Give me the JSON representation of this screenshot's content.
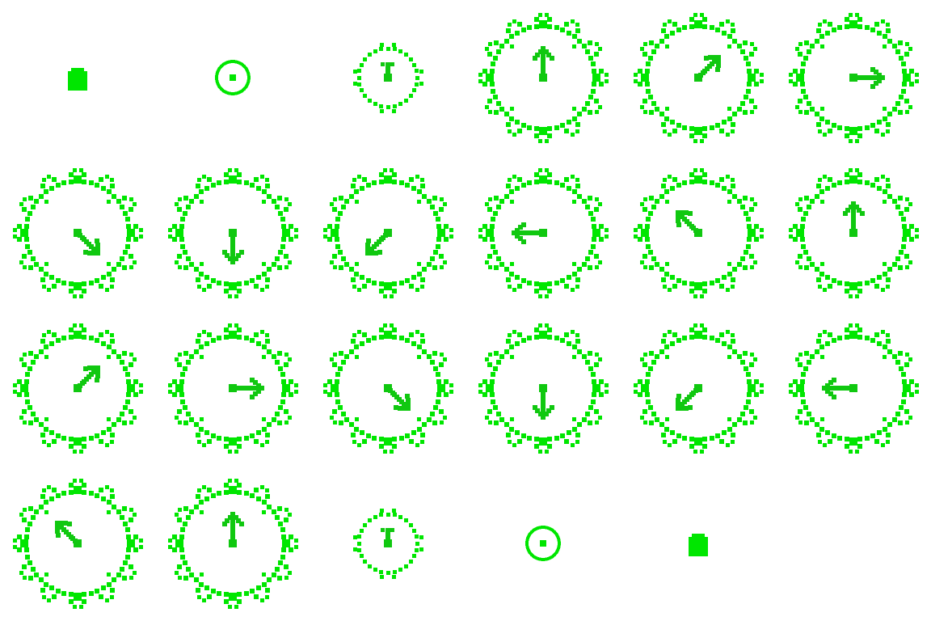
{
  "sprite_sheet": {
    "background": "#ffffff",
    "colors": {
      "outline": "#00e600",
      "accent": "#10c810"
    },
    "frames": [
      {
        "stage": "dot"
      },
      {
        "stage": "small-ring"
      },
      {
        "stage": "medium-dial",
        "pointer_degrees": 0
      },
      {
        "stage": "full-dial",
        "pointer_degrees": 0
      },
      {
        "stage": "full-dial",
        "pointer_degrees": 45
      },
      {
        "stage": "full-dial",
        "pointer_degrees": 90
      },
      {
        "stage": "full-dial",
        "pointer_degrees": 135
      },
      {
        "stage": "full-dial",
        "pointer_degrees": 180
      },
      {
        "stage": "full-dial",
        "pointer_degrees": 225
      },
      {
        "stage": "full-dial",
        "pointer_degrees": 270
      },
      {
        "stage": "full-dial",
        "pointer_degrees": 315
      },
      {
        "stage": "full-dial",
        "pointer_degrees": 0
      },
      {
        "stage": "full-dial",
        "pointer_degrees": 45
      },
      {
        "stage": "full-dial",
        "pointer_degrees": 90
      },
      {
        "stage": "full-dial",
        "pointer_degrees": 135
      },
      {
        "stage": "full-dial",
        "pointer_degrees": 180
      },
      {
        "stage": "full-dial",
        "pointer_degrees": 225
      },
      {
        "stage": "full-dial",
        "pointer_degrees": 270
      },
      {
        "stage": "full-dial",
        "pointer_degrees": 315
      },
      {
        "stage": "full-dial",
        "pointer_degrees": 0
      },
      {
        "stage": "medium-dial",
        "pointer_degrees": 0
      },
      {
        "stage": "small-ring"
      },
      {
        "stage": "dot"
      }
    ]
  }
}
